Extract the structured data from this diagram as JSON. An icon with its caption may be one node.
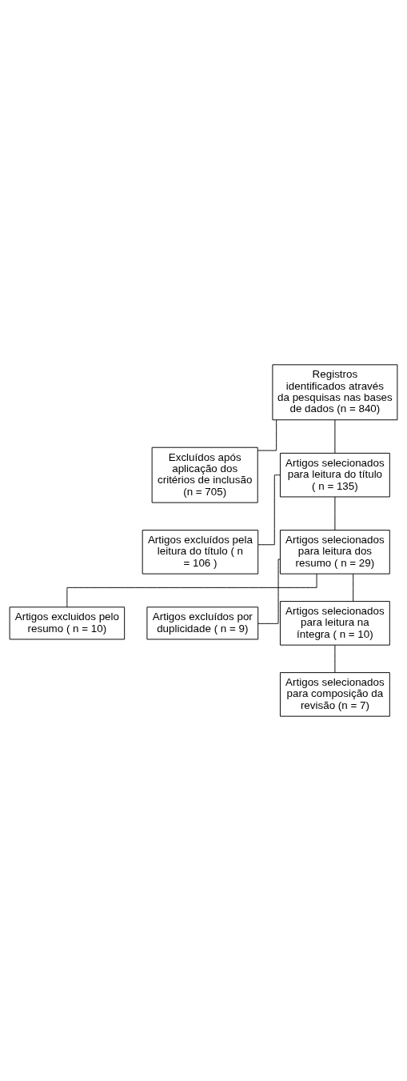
{
  "diagram": {
    "nodes": [
      {
        "text": [
          "Registros identificados através da pesquisas nas bases de dados (n = 840)"
        ]
      },
      {
        "text": [
          "Excluídos após aplicação dos critérios de inclusão (n = 705)"
        ]
      },
      {
        "text": [
          "Artigos selecionados para leitura do título ( n = 135)"
        ]
      },
      {
        "text": [
          "Artigos excluídos pela leitura do título ( n = 106 )"
        ]
      },
      {
        "text": [
          "Artigos selecionados para leitura dos resumo ( n = 29)"
        ]
      },
      {
        "text": [
          "Artigos excluidos pelo resumo ( n = 10)"
        ]
      },
      {
        "text": [
          "Artigos excluídos por duplicidade ( n = 9)"
        ]
      },
      {
        "text": [
          "Artigos selecionados para leitura na íntegra ( n = 10)"
        ]
      },
      {
        "text": [
          "Artigos selecionados para composição da revisão (n = 7)"
        ]
      }
    ],
    "edges": [
      {
        "from": 0,
        "to": 1,
        "arrow": "none"
      },
      {
        "from": 0,
        "to": 2,
        "arrow": "none"
      },
      {
        "from": 2,
        "to": 3,
        "arrow": "none"
      },
      {
        "from": 2,
        "to": 4,
        "arrow": "none"
      },
      {
        "from": 4,
        "to": 5,
        "arrow": "none"
      },
      {
        "from": 4,
        "to": 6,
        "arrow": "none"
      },
      {
        "from": 4,
        "to": 7,
        "arrow": "none"
      },
      {
        "from": 7,
        "to": 8,
        "arrow": "none"
      }
    ]
  }
}
